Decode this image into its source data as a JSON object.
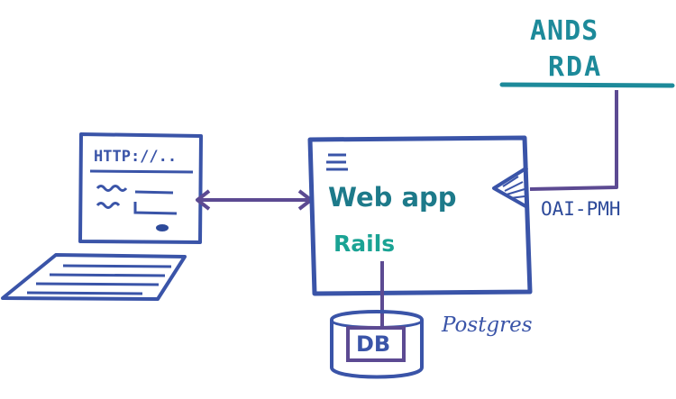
{
  "colors": {
    "ink_blue": "#3a54a8",
    "ink_teal": "#1d8a9a",
    "ink_green": "#1aa394",
    "ink_purple": "#5c4a92",
    "ink_navy": "#2d4a9a"
  },
  "external_system": {
    "line1": "ANDS",
    "line2": "RDA"
  },
  "laptop": {
    "url_text": "HTTP://.."
  },
  "web_app": {
    "title": "Web app",
    "framework": "Rails",
    "menu_icon": "hamburger-icon"
  },
  "protocol_label": "OAI-PMH",
  "database": {
    "label": "DB",
    "engine": "Postgres"
  }
}
